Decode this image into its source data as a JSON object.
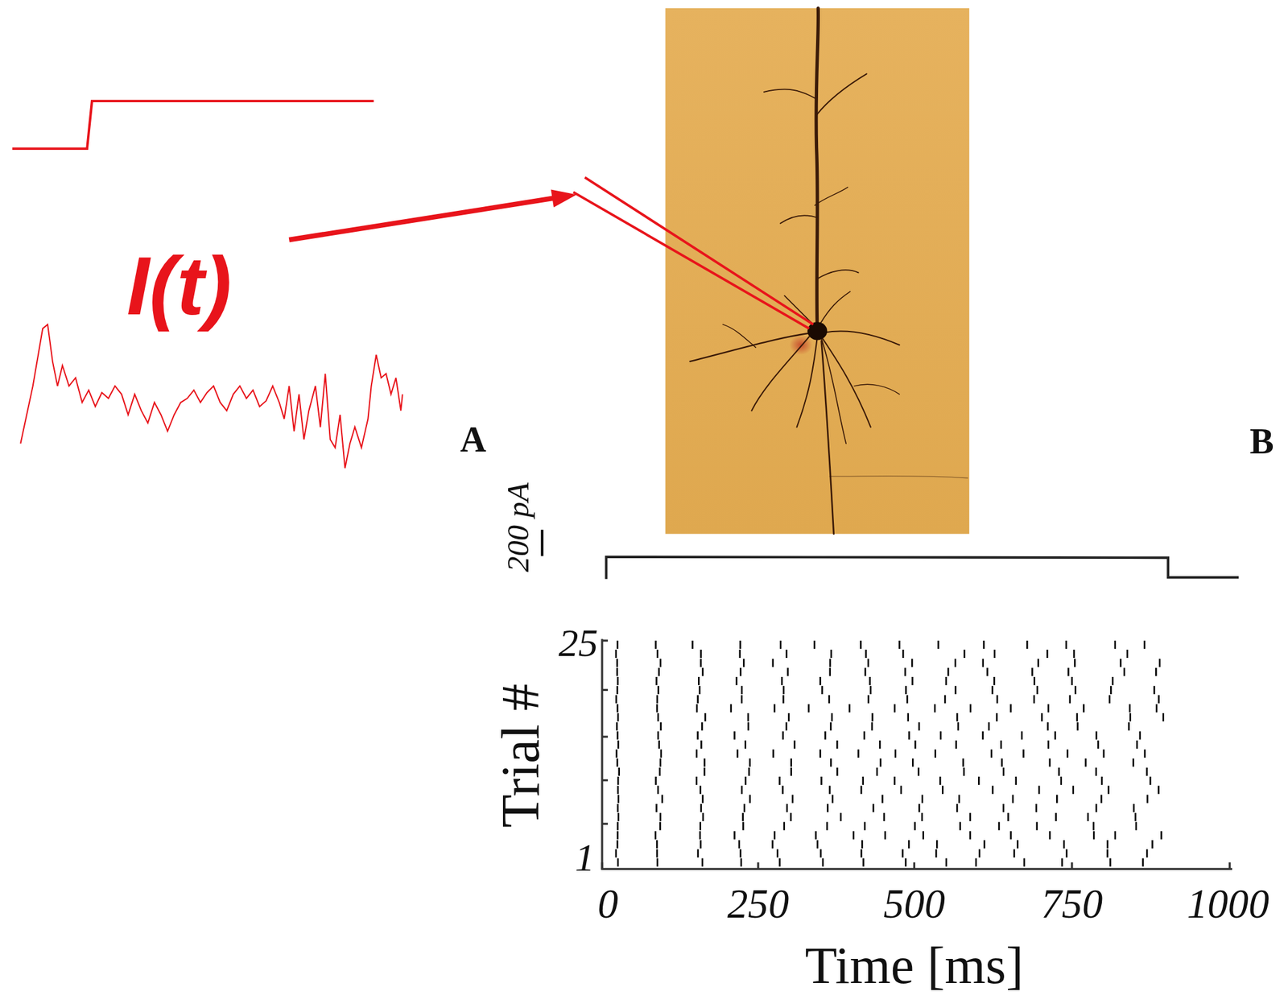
{
  "diagram": {
    "labels": [
      "I(t)",
      "A",
      "B",
      "200 pA",
      "Trial #",
      "25",
      "1",
      "0",
      "250",
      "500",
      "750",
      "1000",
      "Time [ms]"
    ]
  }
}
